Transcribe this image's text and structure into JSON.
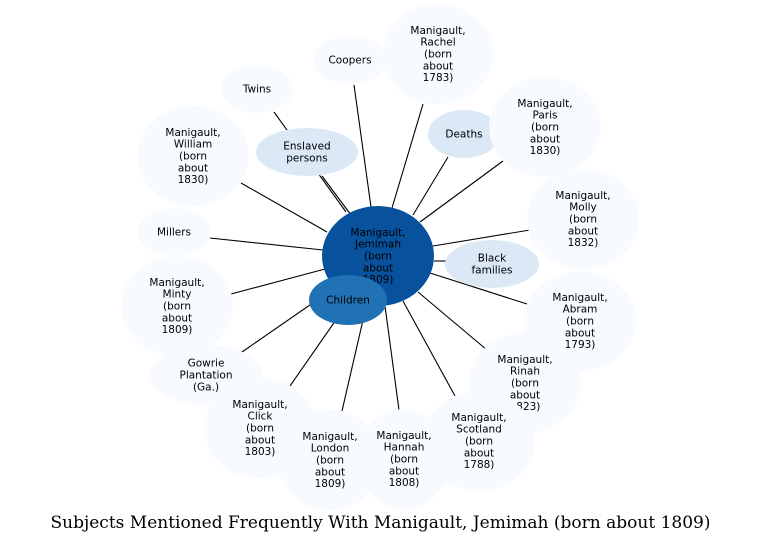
{
  "diagram": {
    "center": {
      "label": "Manigault,\nJemimah\n(born\nabout\n1809)",
      "color": "#08519c"
    },
    "nodes": [
      {
        "id": "twins",
        "label": "Twins",
        "color": "#f7fbff"
      },
      {
        "id": "coopers",
        "label": "Coopers",
        "color": "#f7fbff"
      },
      {
        "id": "rachel",
        "label": "Manigault,\nRachel\n(born\nabout\n1783)",
        "color": "#f7fbff"
      },
      {
        "id": "william",
        "label": "Manigault,\nWilliam\n(born\nabout\n1830)",
        "color": "#f7fbff"
      },
      {
        "id": "enslaved",
        "label": "Enslaved\npersons",
        "color": "#dbe9f6"
      },
      {
        "id": "deaths",
        "label": "Deaths",
        "color": "#dbe9f6"
      },
      {
        "id": "paris",
        "label": "Manigault,\nParis\n(born\nabout\n1830)",
        "color": "#f7fbff"
      },
      {
        "id": "molly",
        "label": "Manigault,\nMolly\n(born\nabout\n1832)",
        "color": "#f7fbff"
      },
      {
        "id": "millers",
        "label": "Millers",
        "color": "#f7fbff"
      },
      {
        "id": "black-families",
        "label": "Black\nfamilies",
        "color": "#dbe9f6"
      },
      {
        "id": "minty",
        "label": "Manigault,\nMinty\n(born\nabout\n1809)",
        "color": "#f7fbff"
      },
      {
        "id": "abram",
        "label": "Manigault,\nAbram\n(born\nabout\n1793)",
        "color": "#f7fbff"
      },
      {
        "id": "children",
        "label": "Children",
        "color": "#2171b5"
      },
      {
        "id": "gowrie",
        "label": "Gowrie\nPlantation\n(Ga.)",
        "color": "#f7fbff"
      },
      {
        "id": "rinah",
        "label": "Manigault,\nRinah\n(born\nabout\n1823)",
        "color": "#f7fbff"
      },
      {
        "id": "click",
        "label": "Manigault,\nClick\n(born\nabout\n1803)",
        "color": "#f7fbff"
      },
      {
        "id": "scotland",
        "label": "Manigault,\nScotland\n(born\nabout\n1788)",
        "color": "#f7fbff"
      },
      {
        "id": "london",
        "label": "Manigault,\nLondon\n(born\nabout\n1809)",
        "color": "#f7fbff"
      },
      {
        "id": "hannah",
        "label": "Manigault,\nHannah\n(born\nabout\n1808)",
        "color": "#f7fbff"
      }
    ]
  },
  "caption": "Subjects Mentioned Frequently With Manigault, Jemimah (born about 1809)"
}
